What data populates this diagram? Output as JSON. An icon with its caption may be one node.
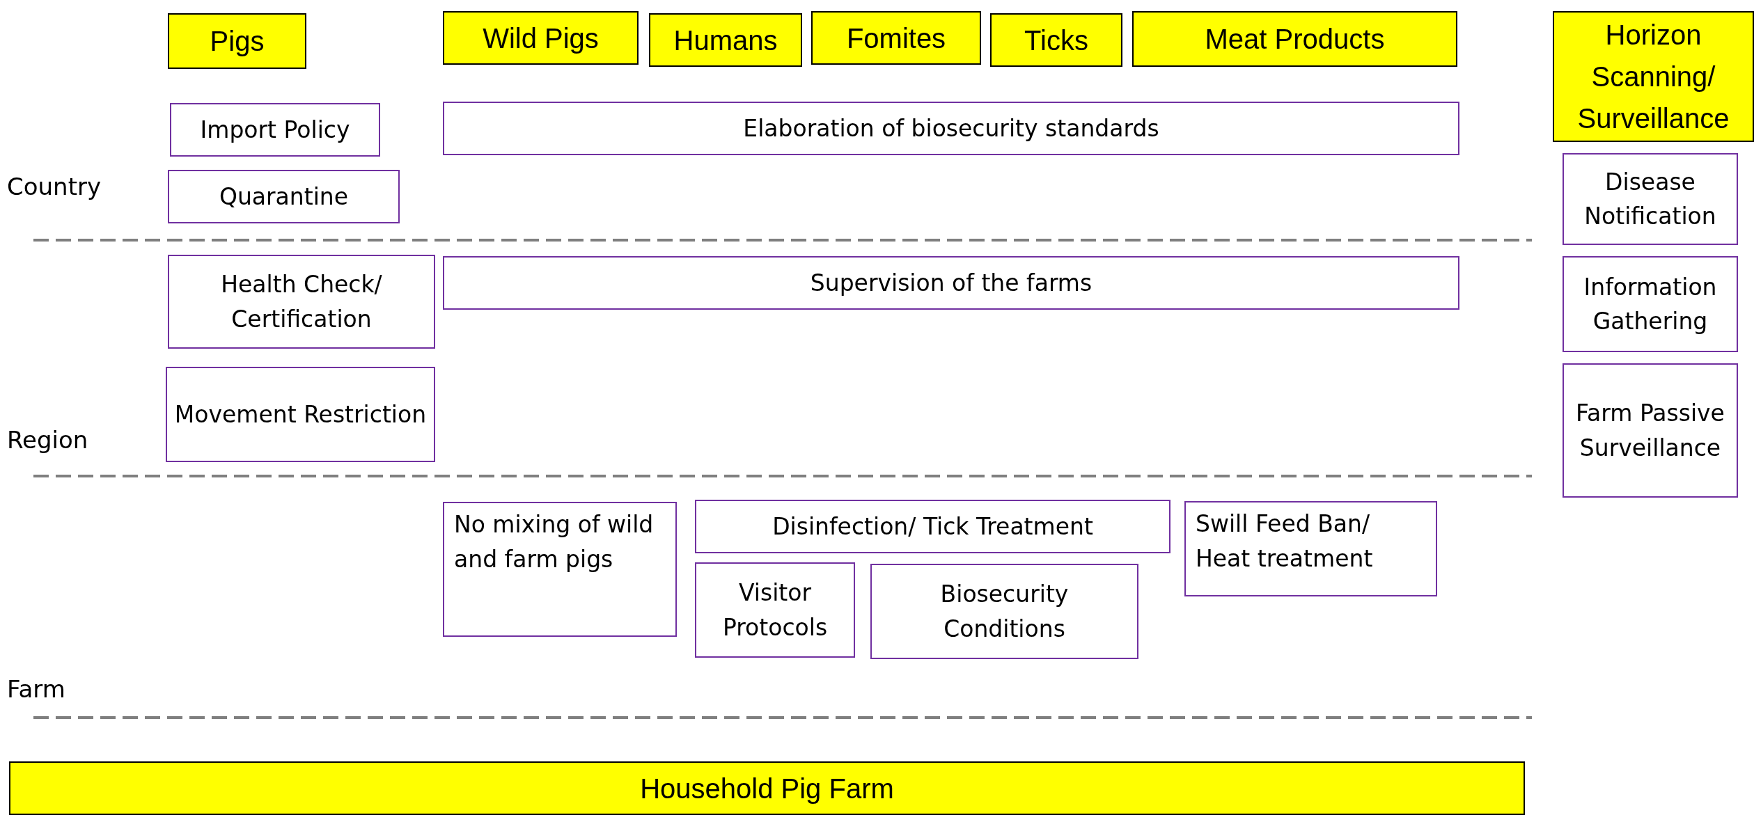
{
  "diagram": {
    "nodes": [
      {
        "text": [
          "Pigs"
        ]
      },
      {
        "text": [
          "Wild Pigs"
        ]
      },
      {
        "text": [
          "Humans"
        ]
      },
      {
        "text": [
          "Fomites"
        ]
      },
      {
        "text": [
          "Ticks"
        ]
      },
      {
        "text": [
          "Meat Products"
        ]
      },
      {
        "text": [
          "Horizon Scanning/ Surveillance"
        ]
      },
      {
        "text": [
          "Import Policy"
        ]
      },
      {
        "text": [
          "Elaboration of biosecurity standards"
        ]
      },
      {
        "text": [
          "Quarantine"
        ]
      },
      {
        "text": [
          "Disease Notification"
        ]
      },
      {
        "text": [
          "Health Check/ Certification"
        ]
      },
      {
        "text": [
          "Supervision of the farms"
        ]
      },
      {
        "text": [
          "Information Gathering"
        ]
      },
      {
        "text": [
          "Movement Restriction"
        ]
      },
      {
        "text": [
          "Farm Passive Surveillance"
        ]
      },
      {
        "text": [
          "No mixing of wild and farm pigs"
        ]
      },
      {
        "text": [
          "Disinfection/ Tick Treatment"
        ]
      },
      {
        "text": [
          "Swill Feed Ban/ Heat treatment"
        ]
      },
      {
        "text": [
          "Visitor Protocols"
        ]
      },
      {
        "text": [
          "Biosecurity Conditions"
        ]
      },
      {
        "text": [
          "Household Pig Farm"
        ]
      }
    ],
    "labels": [
      "Country",
      "Region",
      "Farm"
    ]
  }
}
